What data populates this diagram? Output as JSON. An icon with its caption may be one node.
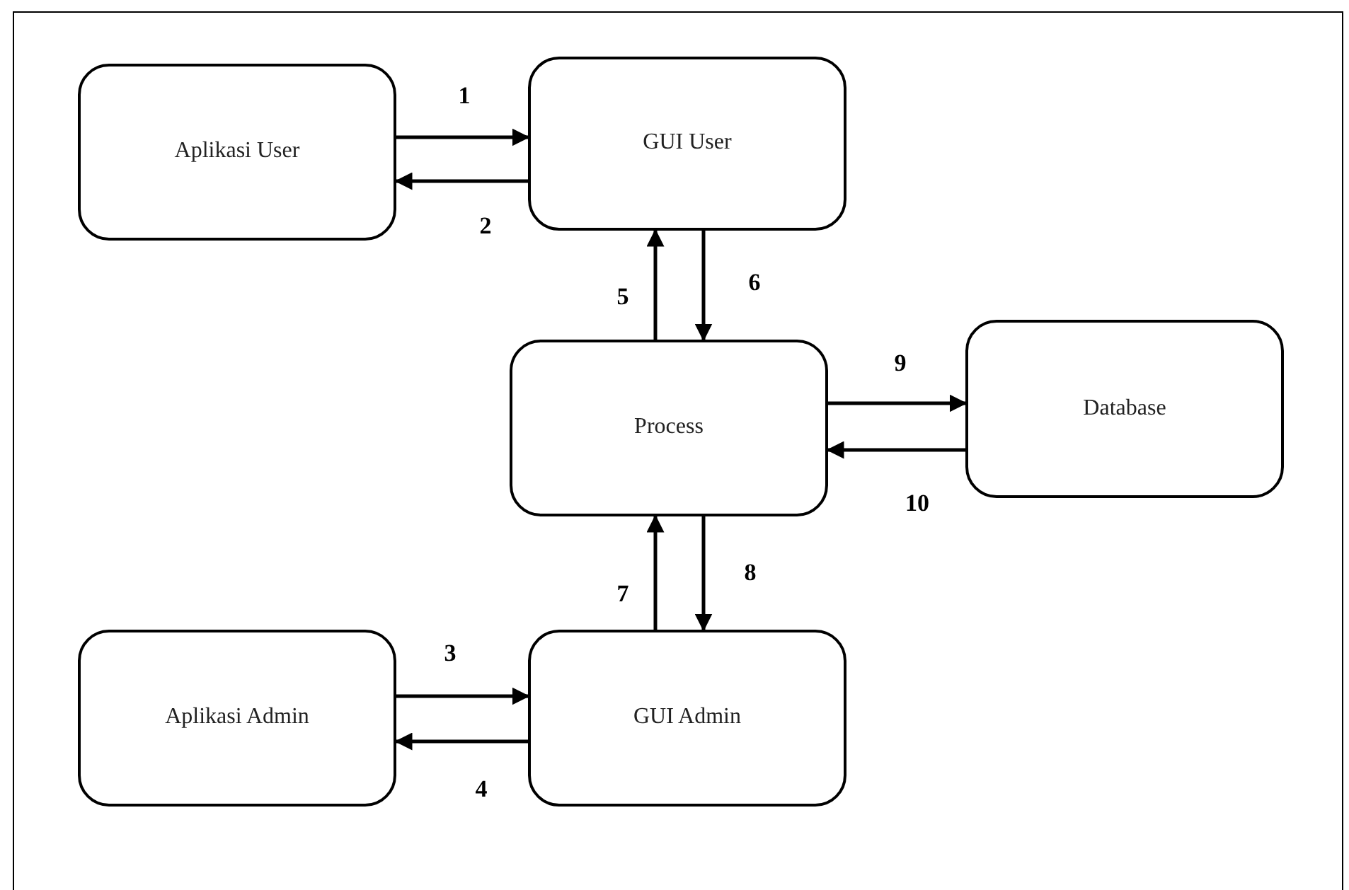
{
  "diagram": {
    "nodes": [
      {
        "text": [
          "Aplikasi User"
        ]
      },
      {
        "text": [
          "GUI User"
        ]
      },
      {
        "text": [
          "Process"
        ]
      },
      {
        "text": [
          "Database"
        ]
      },
      {
        "text": [
          "Aplikasi Admin"
        ]
      },
      {
        "text": [
          "GUI Admin"
        ]
      }
    ],
    "edges": [
      {
        "from": 0,
        "to": 1,
        "arrow": "to",
        "label": "1"
      },
      {
        "from": 1,
        "to": 0,
        "arrow": "to",
        "label": "2"
      },
      {
        "from": 2,
        "to": 1,
        "arrow": "to",
        "label": "5"
      },
      {
        "from": 1,
        "to": 2,
        "arrow": "to",
        "label": "6"
      },
      {
        "from": 2,
        "to": 3,
        "arrow": "to",
        "label": "9"
      },
      {
        "from": 3,
        "to": 2,
        "arrow": "to",
        "label": "10"
      },
      {
        "from": 5,
        "to": 2,
        "arrow": "to",
        "label": "7"
      },
      {
        "from": 2,
        "to": 5,
        "arrow": "to",
        "label": "8"
      },
      {
        "from": 4,
        "to": 5,
        "arrow": "to",
        "label": "3"
      },
      {
        "from": 5,
        "to": 4,
        "arrow": "to",
        "label": "4"
      }
    ]
  }
}
